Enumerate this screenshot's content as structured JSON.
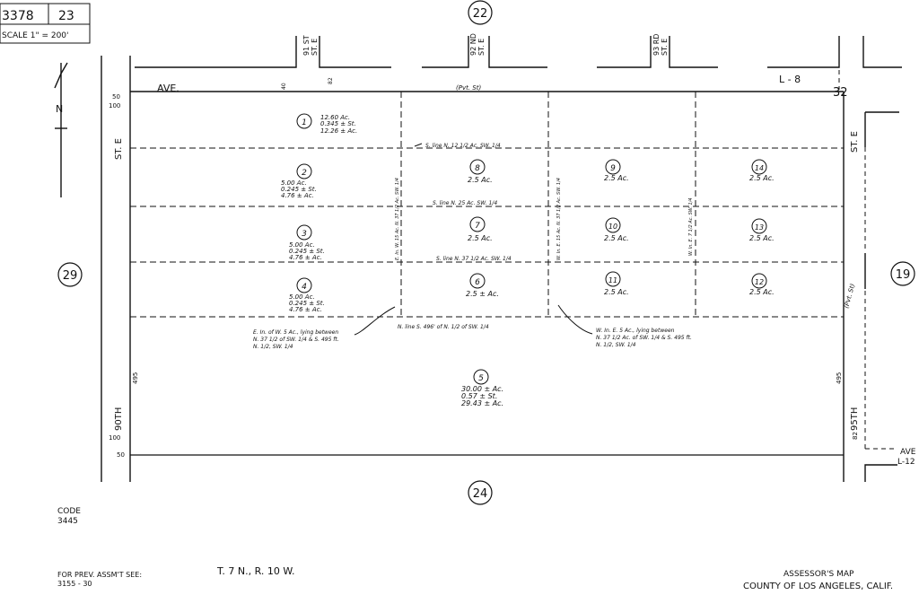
{
  "header": {
    "book": "3378",
    "page": "23",
    "scale": "SCALE 1\" = 200'"
  },
  "map_refs": {
    "top": "22",
    "bottom": "24",
    "left": "29",
    "right": "19"
  },
  "corner_number": "32",
  "streets": {
    "avenue_top": "AVE.",
    "avenue_top_right": "L - 8",
    "st_e_left": "ST. E",
    "st_e_right": "ST. E",
    "th_90": "90TH",
    "th_95": "95TH",
    "st_91": [
      "91 ST",
      "ST. E"
    ],
    "st_92": [
      "92 ND",
      "ST. E"
    ],
    "st_93": [
      "93 RD",
      "ST. E"
    ],
    "ave_l12": [
      "AVE",
      "L-12"
    ],
    "pvt_st_top": "(Pvt. St)",
    "pvt_st_right": "(Pvt. St)"
  },
  "dims": {
    "d50_top": "50",
    "d100_top": "100",
    "d495_left": "495",
    "d100_bottom": "100",
    "d50_bottom": "50",
    "d495_right": "495",
    "d82_right": "82",
    "d40_top": "40",
    "d82_top": "82"
  },
  "parcels": [
    {
      "num": "1",
      "lines": [
        "12.60 Ac.",
        "0.345 ± St.",
        "12.26 ± Ac."
      ]
    },
    {
      "num": "2",
      "lines": [
        "5.00 Ac.",
        "0.245 ± St.",
        "4.76 ± Ac."
      ]
    },
    {
      "num": "3",
      "lines": [
        "5.00 Ac.",
        "0.245 ± St.",
        "4.76 ± Ac."
      ]
    },
    {
      "num": "4",
      "lines": [
        "5.00 Ac.",
        "0.245 ± St.",
        "4.76 ± Ac."
      ]
    },
    {
      "num": "5",
      "lines": [
        "30.00 ± Ac.",
        "0.57 ± St.",
        "29.43 ± Ac."
      ]
    },
    {
      "num": "6",
      "lines": [
        "2.5 ± Ac."
      ]
    },
    {
      "num": "7",
      "lines": [
        "2.5 Ac."
      ]
    },
    {
      "num": "8",
      "lines": [
        "2.5 Ac."
      ]
    },
    {
      "num": "9",
      "lines": [
        "2.5 Ac."
      ]
    },
    {
      "num": "10",
      "lines": [
        "2.5 Ac."
      ]
    },
    {
      "num": "11",
      "lines": [
        "2.5 Ac."
      ]
    },
    {
      "num": "12",
      "lines": [
        "2.5 Ac."
      ]
    },
    {
      "num": "13",
      "lines": [
        "2.5 Ac."
      ]
    },
    {
      "num": "14",
      "lines": [
        "2.5 Ac."
      ]
    }
  ],
  "legal_lines": {
    "s_line_n12": "S. line N. 12 1/2 Ac. SW. 1/4",
    "s_line_n25": "S. line N. 25 Ac. SW. 1/4",
    "s_line_n37": "S. line N. 37 1/2 Ac. SW. 1/4",
    "n_line_496": "N. line S. 496' of N. 1/2 of SW. 1/4",
    "vert_1": "E. In. W. 15 Ac. N. 37 1/2 Ac. SW. 1/4",
    "vert_2": "W. In. E. 15 Ac. N. 37 1/2 Ac. SW. 1/4",
    "vert_3": "W. In. E. 7 1/2 Ac. SW. 1/4",
    "note_left": [
      "E. In. of W. 5 Ac., lying between",
      "N. 37 1/2 of SW. 1/4 & S. 495 ft.",
      "N. 1/2, SW. 1/4"
    ],
    "note_right": [
      "W. In. E. 5 Ac., lying between",
      "N. 37 1/2 Ac. of SW. 1/4 & S. 495 ft.",
      "N. 1/2, SW. 1/4"
    ]
  },
  "north_label": "N",
  "footer": {
    "code_label": "CODE",
    "code_value": "3445",
    "prev_label": "FOR PREV. ASSM'T SEE:",
    "prev_value": "3155 - 30",
    "township": "T. 7 N., R. 10 W.",
    "assessor": "ASSESSOR'S MAP",
    "county": "COUNTY OF LOS ANGELES, CALIF."
  }
}
